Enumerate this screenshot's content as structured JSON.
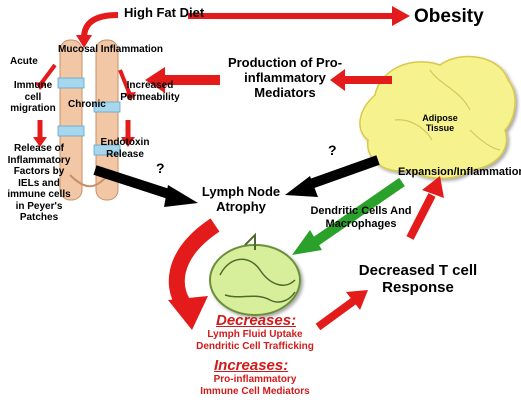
{
  "diagram": {
    "high_fat_diet": "High Fat Diet",
    "obesity": "Obesity",
    "mucosal_inflammation": "Mucosal Inflammation",
    "acute": "Acute",
    "immune_cell_migration": "Immune cell migration",
    "chronic": "Chronic",
    "increased_permeability": "Increased Permeability",
    "endotoxin_release": "Endotoxin Release",
    "release_inflammatory_factors": "Release of Inflammatory Factors by IELs and immune cells in Peyer's Patches",
    "production_pro_inflammatory": "Production of Pro-inflammatory Mediators",
    "adipose_tissue": "Adipose Tissue",
    "expansion_inflammation": "Expansion/Inflammation",
    "question_left": "?",
    "question_right": "?",
    "lymph_node_atrophy": "Lymph Node Atrophy",
    "dendritic_cells_macrophages": "Dendritic Cells And Macrophages",
    "decreased_t_cell_response": "Decreased T cell Response",
    "decreases_title": "Decreases:",
    "decreases_items": [
      "Lymph Fluid Uptake",
      "Dendritic Cell Trafficking"
    ],
    "increases_title": "Increases:",
    "increases_items": [
      "Pro-inflammatory",
      "Immune Cell Mediators"
    ]
  },
  "colors": {
    "red_arrow": "#e31b1b",
    "black_arrow": "#000000",
    "green_arrow": "#2aa12a",
    "adipose_fill": "#f6f38f",
    "lymph_fill": "#d7ef9b",
    "intestine_fill": "#f2c7a5",
    "patch_fill": "#a6d7ee"
  }
}
